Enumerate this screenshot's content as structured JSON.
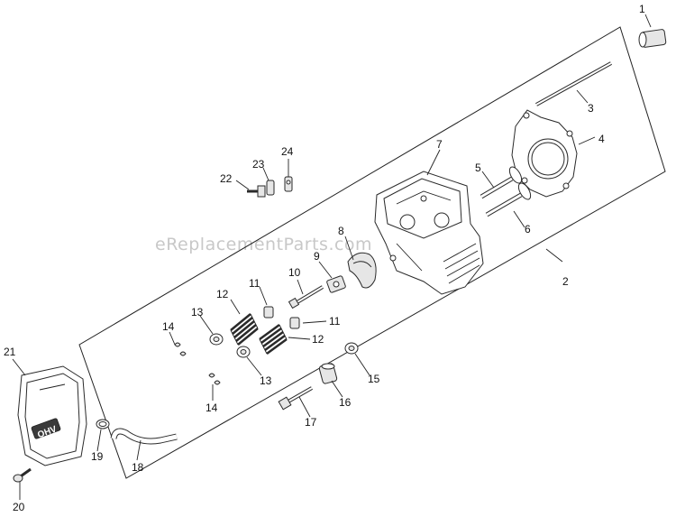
{
  "watermark": "eReplacementParts.com",
  "callouts": {
    "c1": "1",
    "c2": "2",
    "c3": "3",
    "c4": "4",
    "c5": "5",
    "c6": "6",
    "c7": "7",
    "c8": "8",
    "c9": "9",
    "c10": "10",
    "c11a": "11",
    "c11b": "11",
    "c12a": "12",
    "c12b": "12",
    "c13a": "13",
    "c13b": "13",
    "c14a": "14",
    "c14b": "14",
    "c15": "15",
    "c16": "16",
    "c17": "17",
    "c18": "18",
    "c19": "19",
    "c20": "20",
    "c21": "21",
    "c22": "22",
    "c23": "23",
    "c24": "24"
  },
  "cover_logo": "OHV"
}
